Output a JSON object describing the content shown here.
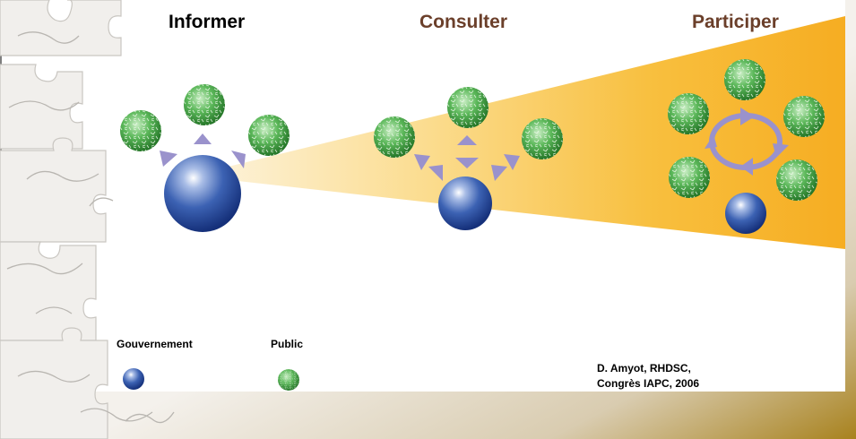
{
  "colors": {
    "title_dark": "#000000",
    "title_brown": "#6b3f2a",
    "gov_blue": "#2f5aa8",
    "public_green": "#3f9e3f",
    "arrow_lavender": "#9a92cc",
    "beam_orange": "#f7b52b",
    "corner_gold": "#a8821e"
  },
  "stages": [
    {
      "title": "Informer",
      "icon": "one-way-arrows-icon"
    },
    {
      "title": "Consulter",
      "icon": "two-way-arrows-icon"
    },
    {
      "title": "Participer",
      "icon": "cycle-arrows-icon"
    }
  ],
  "legend": {
    "government": "Gouvernement",
    "public": "Public"
  },
  "credit": {
    "line1": "D. Amyot, RHDSC,",
    "line2": "Congrès IAPC, 2006"
  }
}
